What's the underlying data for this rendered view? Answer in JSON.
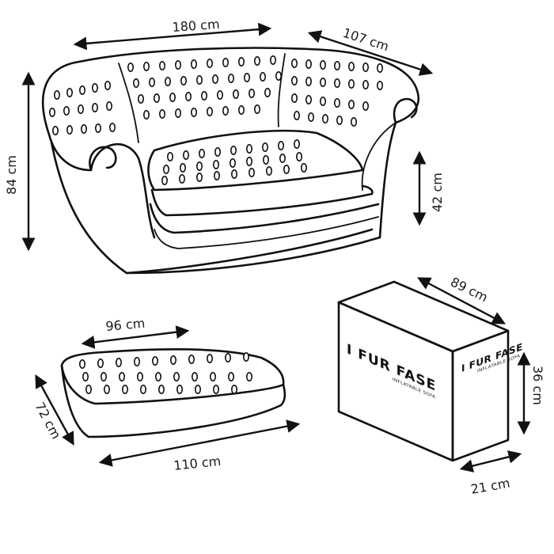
{
  "dimensions": {
    "sofa_width": "180 cm",
    "sofa_depth": "107 cm",
    "sofa_height": "84 cm",
    "seat_height": "42 cm",
    "cushion_width": "96 cm",
    "cushion_depth": "72 cm",
    "cushion_length": "110 cm",
    "box_length": "89 cm",
    "box_height": "36 cm",
    "box_width": "21 cm"
  },
  "box_label": {
    "brand": "I FUR FASE",
    "tagline": "INFLATABLE SOFA"
  },
  "colors": {
    "line": "#111111",
    "background": "#ffffff"
  }
}
